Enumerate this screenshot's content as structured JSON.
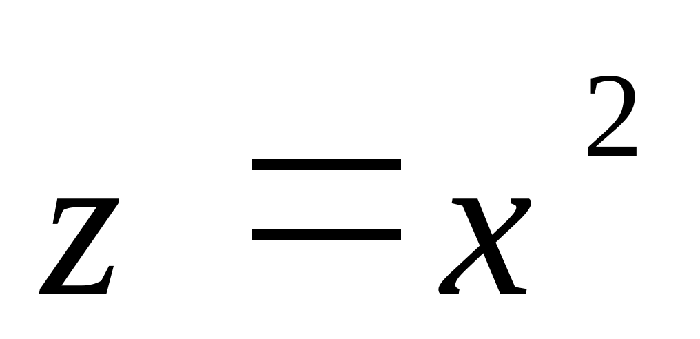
{
  "formula": {
    "lhs": "z",
    "operator": "=",
    "base": "x",
    "exponent": "2"
  }
}
